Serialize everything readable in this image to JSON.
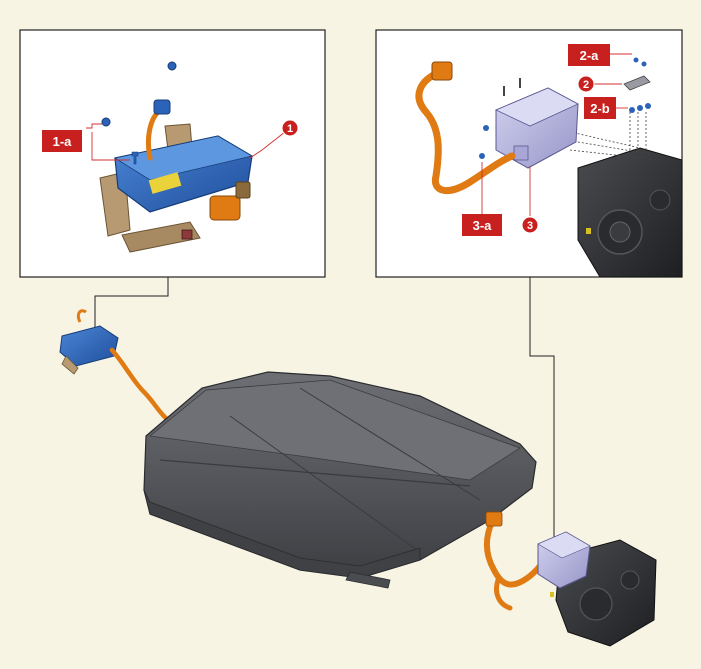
{
  "callouts": {
    "part_1": "1",
    "part_1a": "1-a",
    "part_2": "2",
    "part_2a": "2-a",
    "part_2b": "2-b",
    "part_3": "3",
    "part_3a": "3-a"
  },
  "colors": {
    "background": "#f7f4e4",
    "callout_red": "#c8201e",
    "charger_blue": "#2a63b8",
    "cable_orange": "#e07a12",
    "battery_gray": "#5b5d62",
    "inverter_lavender": "#b9b8e0"
  }
}
